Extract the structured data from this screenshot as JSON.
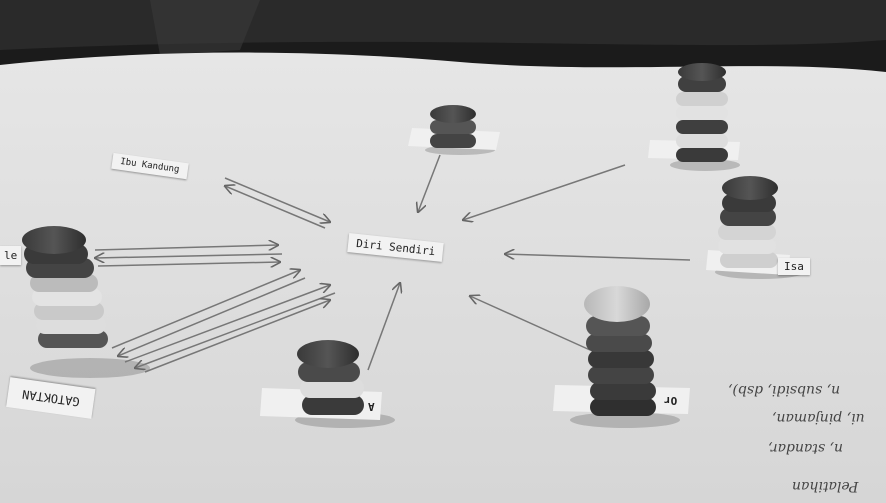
{
  "photo": {
    "center_label": "Diri Sendiri",
    "labels": {
      "top_left": "Ibu Kandung",
      "left_edge": "le",
      "bottom_left": "GATOKTAN",
      "right": "Isa",
      "bottom_right": "Or",
      "bottom_center": "A"
    },
    "handwritten_notes": [
      "n, subsidi, dsb),",
      "ui, pinjaman,",
      "n, standar,",
      "Pelatihan"
    ]
  }
}
